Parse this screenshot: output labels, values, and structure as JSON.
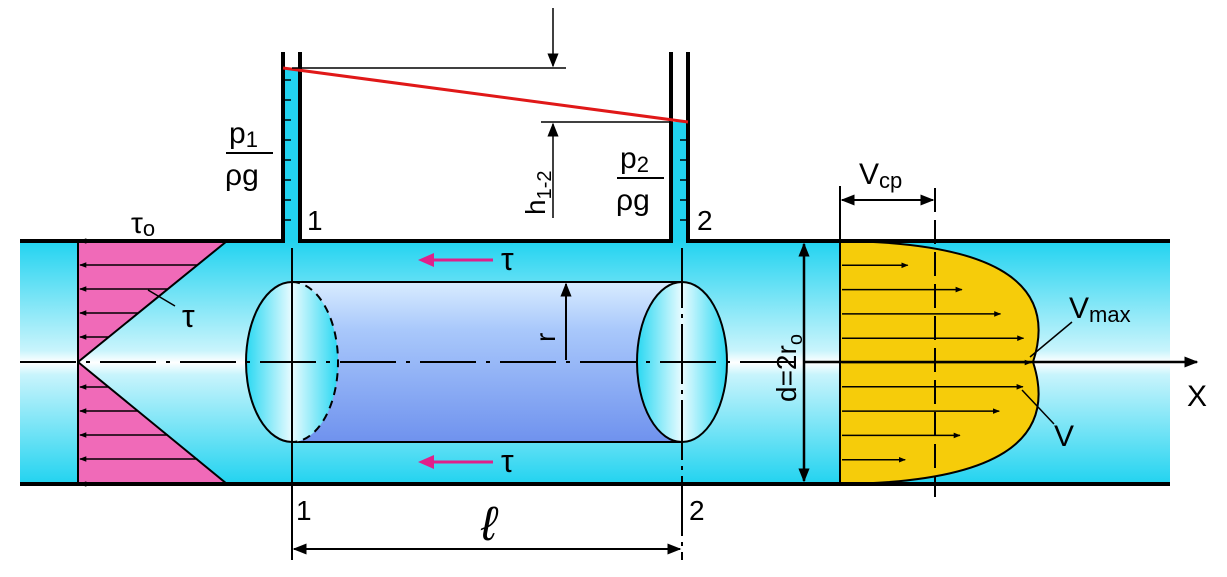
{
  "labels": {
    "tau_o": "τ",
    "tau_o_sub": "o",
    "tau_wedge": "τ",
    "tau_top": "τ",
    "tau_bottom": "τ",
    "p1_num": "p",
    "p1_sub": "1",
    "p1_den": "ρg",
    "p2_num": "p",
    "p2_sub": "2",
    "p2_den": "ρg",
    "h12": "h",
    "h12_sub": "1-2",
    "section1_top": "1",
    "section2_top": "2",
    "section1_bottom": "1",
    "section2_bottom": "2",
    "length": "ℓ",
    "radius": "r",
    "diameter": "d=2r",
    "diameter_sub": "o",
    "v_avg": "V",
    "v_avg_sub": "cp",
    "v_max": "V",
    "v_max_sub": "max",
    "v_local": "V",
    "axis_x": "X"
  },
  "colors": {
    "water": "#2ad8f2",
    "shear_fill": "#f06ab8",
    "velocity_fill": "#f6cc0a",
    "cylinder": "#7a9ff0",
    "hydraulic_line": "#e01818",
    "tau_arrow": "#e0208a"
  }
}
